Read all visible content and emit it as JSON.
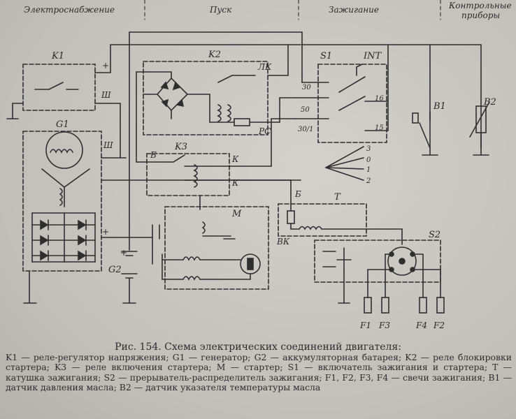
{
  "sections": {
    "supply": "Электроснабжение",
    "start": "Пуск",
    "ignition": "Зажигание",
    "instruments_1": "Контрольные",
    "instruments_2": "приборы"
  },
  "components": {
    "k1": "K1",
    "k2": "K2",
    "k3": "K3",
    "g1": "G1",
    "g2": "G2",
    "m": "M",
    "s1": "S1",
    "s2": "S2",
    "t": "T",
    "b1": "B1",
    "b2": "B2",
    "vk": "ВК",
    "f1": "F1",
    "f3": "F3",
    "f4": "F4",
    "f2": "F2"
  },
  "terminals": {
    "plus": "+",
    "sh": "Ш",
    "lk": "ЛК",
    "rs": "РС",
    "b": "Б",
    "k": "К",
    "int": "INT",
    "s30": "30",
    "s50": "50",
    "s301": "30/1",
    "s16": "16",
    "s15": "15",
    "p3": "3",
    "p0": "0",
    "p1": "1",
    "p2": "2"
  },
  "caption": {
    "title": "Рис. 154. Схема электрических соединений двигателя:",
    "body": "K1 — реле-регулятор напряжения; G1 — генератор; G2 — аккумуляторная батарея; K2 — реле блокировки стартера; K3 — реле включения стартера; M — стартер; S1 — включатель зажигания и стартера; T — катушка зажигания; S2 — прерыватель-распределитель зажигания; F1, F2, F3, F4 — свечи зажигания; B1 — датчик давления масла; B2 — датчик указателя температуры масла"
  }
}
